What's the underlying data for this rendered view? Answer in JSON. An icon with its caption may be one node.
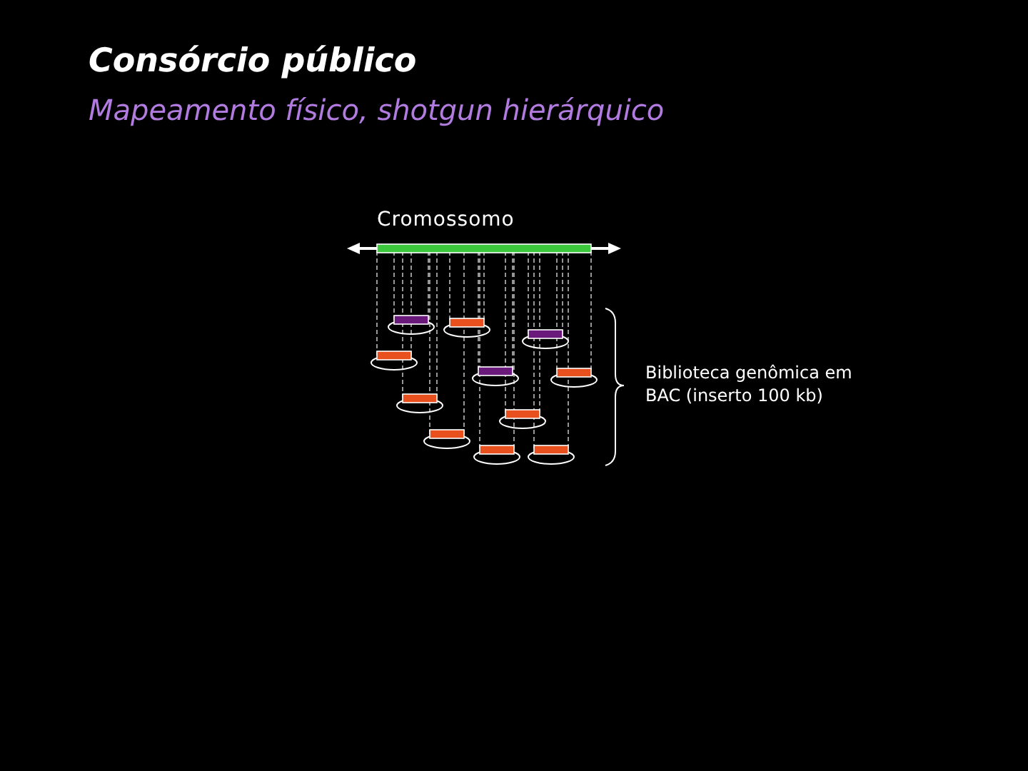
{
  "diagram": {
    "title": "Consórcio público",
    "labels": [
      "Mapeamento físico, shotgun hierárquico",
      "Cromossomo",
      "Biblioteca genômica em BAC (inserto 100 kb)"
    ]
  }
}
